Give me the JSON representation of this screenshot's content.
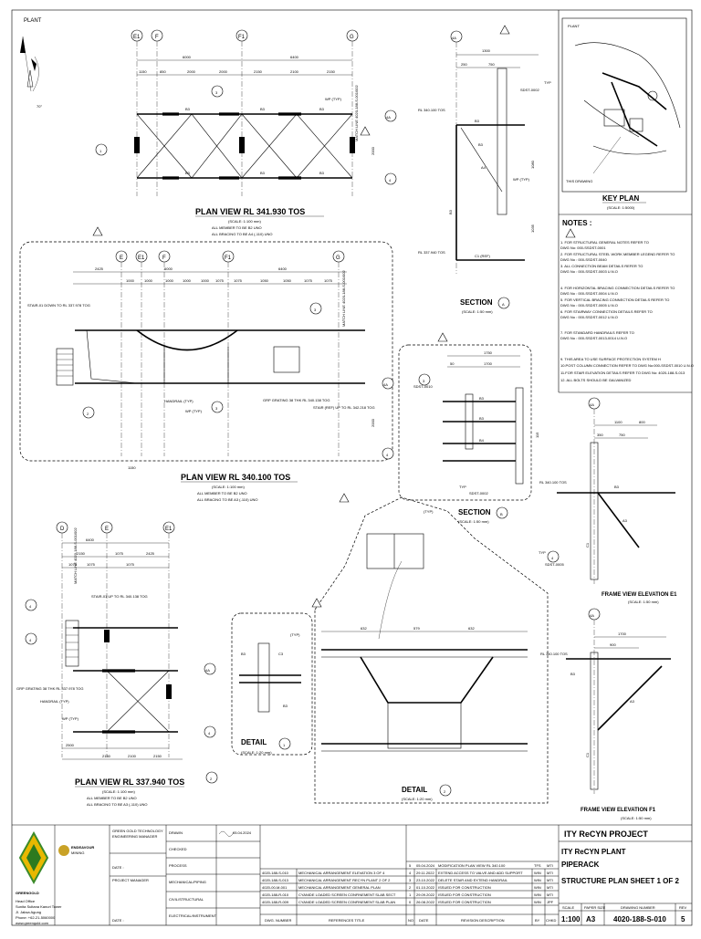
{
  "plan_view_341": {
    "title": "PLAN VIEW RL 341.930 TOS",
    "scale": "(SCALE: 1:100 mm)",
    "note1": "ALL MEMBER TO BE B2 UNO",
    "note2": "ALL BRACING TO BE A4 (-110) UNO",
    "grids": [
      "E1",
      "F",
      "F1",
      "G"
    ],
    "dims_top": [
      "6000",
      "6400"
    ],
    "dims_sub": [
      "1150",
      "850",
      "2000",
      "2000",
      "2150",
      "2100",
      "2150"
    ],
    "members": [
      "B3",
      "B3",
      "B3",
      "B3",
      "B3",
      "B3"
    ],
    "wp": "WP (TYP)",
    "matchline": "MATCH LINE 4020-188-S-001/002",
    "dim_right": "2000"
  },
  "plan_view_340": {
    "title": "PLAN VIEW RL 340.100 TOS",
    "scale": "(SCALE: 1:100 mm)",
    "note1": "ALL MEMBER TO BE B2 UNO",
    "note2": "ALL BRACING TO BE A3 (-110) UNO",
    "grids": [
      "E",
      "E1",
      "F",
      "F1",
      "G"
    ],
    "dims_top": [
      "2425",
      "6000",
      "6400"
    ],
    "dims_sub": [
      "1000",
      "1000",
      "1000",
      "1000",
      "1000",
      "1075",
      "1075",
      "1050",
      "1050",
      "1075",
      "1075"
    ],
    "stair": "STAIR-01 DOWN TO RL 337.978 TOG",
    "handrail": "HANDRAIL (TYP)",
    "wp": "WP (TYP)",
    "grp": "GRP GRATING 38 THK RL 340.138 TOG",
    "stair_ref": "STAIR (REF) UP TO RL 342.218 TOG",
    "matchline": "MATCH LINE 4020-188-S-001/002",
    "dim_right": "2000",
    "dim_bottom": "1150"
  },
  "plan_view_337": {
    "title": "PLAN VIEW RL  337.940 TOS",
    "scale": "(SCALE: 1:100 mm)",
    "note1": "ALL MEMBER TO BE B2 UNO",
    "note2": "ALL BRACING TO BE A3 (-110) UNO",
    "grids": [
      "D",
      "E",
      "E1"
    ],
    "dims_top": [
      "6400",
      "2150",
      "1075",
      "1075",
      "1075",
      "1075",
      "2425"
    ],
    "stair": "STAIR-01 UP TO RL 340.138 TOG",
    "grp": "GRP GRATING 38 THK RL 337.978 TOG",
    "handrail": "HANDRAIL (TYP)",
    "wp": "WP (TYP)",
    "dims_bottom": [
      "2500",
      "2150",
      "2100",
      "2150"
    ],
    "matchline": "MATCH LINE 4020-188-S-001/002"
  },
  "section_a": {
    "title": "SECTION",
    "tag": "A",
    "scale": "(SCALE: 1:50 mm)",
    "rl_top": "RL 340.100 TOS",
    "rl_bot": "RL 337.940 TOS",
    "dims": [
      "1300",
      "250",
      "750"
    ],
    "ref": "SDST-0002",
    "typ": "TYP",
    "wp": "WP (TYP)",
    "members": [
      "B3",
      "B3",
      "A4",
      "C1 (REF)",
      "B3"
    ],
    "dim_v1": "1080",
    "dim_v2": "1035"
  },
  "section_b": {
    "title": "SECTION",
    "tag": "B",
    "scale": "(SCALE: 1:50 mm)",
    "dims": [
      "1750",
      "50",
      "1700"
    ],
    "ref": "SDST-0010",
    "ref2": "SDST-0002",
    "typ": "TYP",
    "members": [
      "B3",
      "B3",
      "B4"
    ],
    "dim_v": "115"
  },
  "frame_e1": {
    "title": "FRAME VIEW ELEVATION E1",
    "scale": "(SCALE: 1:50 mm)",
    "grid": "4A",
    "dims": [
      "1100",
      "800",
      "350",
      "750"
    ],
    "rl": "RL 340.100 TOS",
    "ref": "SDST-0005",
    "typ": "TYP",
    "members": [
      "B3",
      "A3",
      "C1"
    ]
  },
  "frame_f1": {
    "title": "FRAME VIEW ELEVATION F1",
    "scale": "(SCALE: 1:50 mm)",
    "grid": "4A",
    "dims": [
      "1700",
      "900"
    ],
    "rl": "RL 340.100 TOS",
    "members": [
      "B3",
      "C1",
      "A3"
    ]
  },
  "detail_1": {
    "title": "DETAIL",
    "num": "1",
    "scale": "(SCALE: 1:20 mm)",
    "members": [
      "B3",
      "C3",
      "B3"
    ],
    "typ": "(TYP)"
  },
  "detail_2": {
    "title": "DETAIL",
    "num": "2",
    "scale": "(SCALE: 1:20 mm)",
    "dims": [
      "632",
      "579",
      "632"
    ],
    "typ": "(TYP)"
  },
  "key_plan": {
    "title": "KEY PLAN",
    "scale": "(SCALE: 1:5000)",
    "plant": "PLANT",
    "pointer": "THIS DRAWING"
  },
  "north": {
    "label": "PLANT",
    "angle": "70°"
  },
  "notes": {
    "title": "NOTES :",
    "items": [
      "1. FOR STRUCTURAL GENERAL NOTES REFER TO",
      "   DWG No: 000-SSDST-0001",
      "2. FOR STRUCTURAL STEEL WORK MEMBER LEGEND REFER TO",
      "   DWG No : 000-SSDST-0040",
      "3. ALL CONNECTION BEAM DETAILS REFER TO",
      "   DWG No : 000-SSDST-0003 U.N.O",
      "4. FOR HORIZONTAL BRACING CONNECTION DETAILS REFER TO",
      "   DWG No : 000-SSDST-0004 U.N.O",
      "5. FOR VERTICAL BRACING CONNECTION DETAILS REFER TO",
      "   DWG No : 000-SSDST-0005 U.N.O",
      "6. FOR STAIRWAY CONNECTION DETAILS REFER TO",
      "   DWG No : 000-SSDST-0012 U.N.O",
      "7. FOR STANDARD HANDRAILS REFER TO",
      "   DWG No : 000-SSDST-0013-0014 U.N.O",
      "9. THIS AREA TO USE SURFACE PROTECTION SYSTEM  H",
      "10.POST COLUMN CONNECTION REFER TO DWG No:000-SSDST-0010 U.N.O",
      "11.FOR STAIR ELEVATION DETAILS REFER TO DWG No: 4020-188-S-013",
      "12. ALL BOLTS SHOULD BE GALVANIZED"
    ]
  },
  "title_block": {
    "logo": "GREENGOLD",
    "partner": "ENDEAVOUR",
    "partner_sub": "MINING",
    "office": [
      "Head Office",
      "Sunita Sultana Kanuri Tower",
      "Jl. Jaksa Agung",
      "Phone: +62-21-5060000",
      "www.greengold.com"
    ],
    "company1": "GREEN GOLD TECHNOLOGY",
    "company2": "ENGINEERING MANAGER",
    "date_label": "DATE :",
    "pm_label": "PROJECT MANAGER",
    "date_label2": "DATE :",
    "drawn": "DRAWN",
    "drawn_date": "05.04.2024",
    "checked": "CHECKED",
    "process": "PROCESS",
    "mech": "MECHANICAL/PIPING",
    "civil": "CIVIL/STRUCTURAL",
    "elec": "ELECTRICAL/INSTRUMENT",
    "refs": [
      {
        "dwg": "4020-188-S-010",
        "title": "MECHANICAL ARRANGEMENT ELEVATION 3 OF 4"
      },
      {
        "dwg": "4020-188-S-013",
        "title": "MECHANICAL ARRANGEMENT RECYN PLANT 2 OF 2"
      },
      {
        "dwg": "4020-00-M-001",
        "title": "MECHANICAL ARRANGEMENT GENERAL PLAN"
      },
      {
        "dwg": "4020-188-R-010",
        "title": "CYANIDE LOADED SCREEN CONFINEMENT SLAB SECT"
      },
      {
        "dwg": "4020-188-R-009",
        "title": "CYANIDE LOADED SCREEN CONFINEMENT SLAB PLAN"
      }
    ],
    "ref_headers": [
      "DWG. NUMBER",
      "REFERENCES TITLE"
    ],
    "revisions": [
      {
        "no": "5",
        "date": "05.04.2024",
        "desc": "MODIFICATION PLAN VIEW RL 340.100",
        "by": "TFS",
        "chkd": "MTI"
      },
      {
        "no": "4",
        "date": "29.11.2022",
        "desc": "EXTEND ACCESS TO VALVE AND ADD SUPPORT",
        "by": "WIN",
        "chkd": "MTI"
      },
      {
        "no": "3",
        "date": "23.10.2022",
        "desc": "DELETE STAIR AND EXTEND HANDRAIL",
        "by": "WIN",
        "chkd": "MTI"
      },
      {
        "no": "2",
        "date": "01.10.2022",
        "desc": "ISSUED FOR CONSTRUCTION",
        "by": "WIN",
        "chkd": "MTI"
      },
      {
        "no": "1",
        "date": "29.09.2022",
        "desc": "ISSUED FOR CONSTRUCTION",
        "by": "WIN",
        "chkd": "MTI"
      },
      {
        "no": "0",
        "date": "26.08.2022",
        "desc": "ISSUED FOR CONSTRUCTION",
        "by": "WIN",
        "chkd": "JPF"
      }
    ],
    "rev_headers": [
      "NO",
      "DATE",
      "REVISION DESCRIPTION",
      "BY",
      "CHKD"
    ],
    "project": "ITY ReCYN PROJECT",
    "line1": "ITY ReCYN PLANT",
    "line2": "PIPERACK",
    "line3": "STRUCTURE PLAN SHEET 1 OF 2",
    "meta_headers": [
      "SCALE",
      "PAPER SIZE",
      "DRAWING NUMBER",
      "REV"
    ],
    "scale": "1:100",
    "paper": "A3",
    "dwg_no": "4020-188-S-010",
    "rev": "5"
  }
}
